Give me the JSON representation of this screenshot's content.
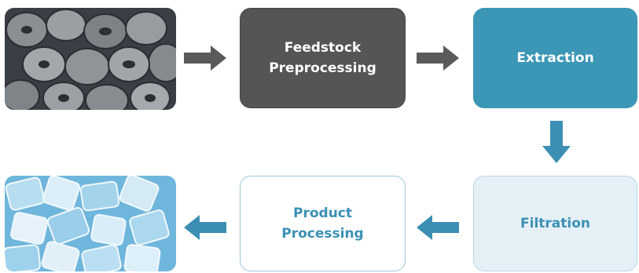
{
  "steps": {
    "feedstock": "Feedstock\nPreprocessing",
    "extraction": "Extraction",
    "filtration": "Filtration",
    "product": "Product\nProcessing"
  },
  "images": {
    "raw_pellets": "gray-pellets-photo",
    "product_pellets": "translucent-blue-pellets-photo"
  },
  "colors": {
    "feedstock_box": "#555555",
    "extraction_box": "#3c96b6",
    "filtration_box": "#e4f0f6",
    "product_box": "#ffffff",
    "gray_arrow": "#5a5a5a",
    "blue_arrow": "#3c8fb3",
    "accent_text": "#3c90b4"
  }
}
